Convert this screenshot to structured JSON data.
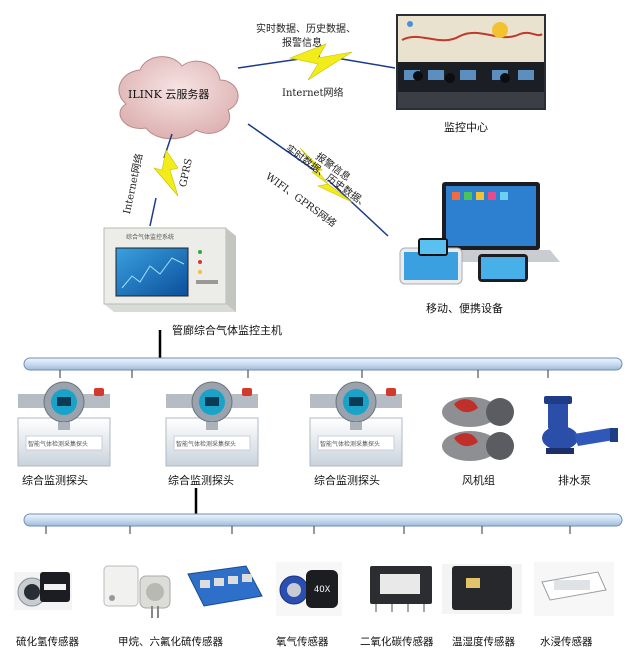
{
  "cloud": {
    "label": "ILINK 云服务器"
  },
  "links": {
    "top": {
      "line1": "实时数据、历史数据、",
      "line2": "报警信息",
      "network": "Internet网络"
    },
    "mobile": {
      "line1": "实时数据、历史数据、",
      "line2": "报警信息",
      "network": "WIFI、GPRS网络"
    },
    "host": {
      "label_a": "Internet网络",
      "label_b": "GPRS"
    }
  },
  "nodes": {
    "monitor_center": "监控中心",
    "mobile": "移动、便携设备",
    "host": "管廊综合气体监控主机",
    "host_panel_title": "综合气体监控系统"
  },
  "devices": [
    {
      "label": "综合监测探头",
      "plate": "智能气体检测采集探头"
    },
    {
      "label": "综合监测探头",
      "plate": "智能气体检测采集探头"
    },
    {
      "label": "综合监测探头",
      "plate": "智能气体检测采集探头"
    },
    {
      "label": "风机组"
    },
    {
      "label": "排水泵"
    }
  ],
  "sensors": [
    {
      "label": "硫化氢传感器"
    },
    {
      "label": "甲烷、六氟化硫传感器"
    },
    {
      "label": "氧气传感器",
      "marking": "4OX"
    },
    {
      "label": "二氧化碳传感器"
    },
    {
      "label": "温湿度传感器"
    },
    {
      "label": "水浸传感器"
    }
  ],
  "colors": {
    "bus": "#c9dcf0",
    "bolt": "#f2ec1a",
    "cloud": "#e7c2c2"
  }
}
